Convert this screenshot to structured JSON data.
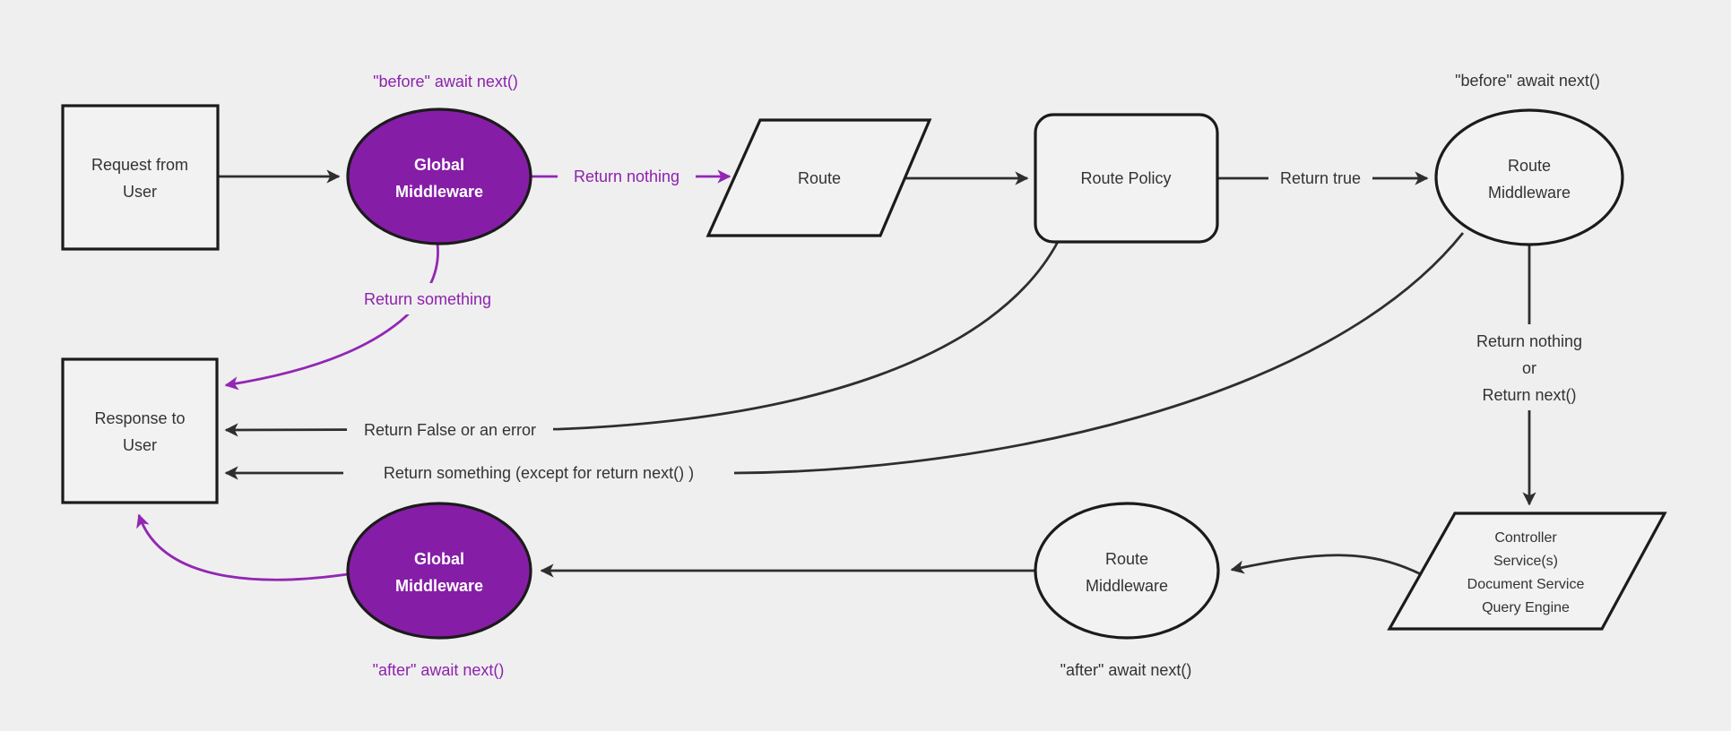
{
  "diagram": {
    "background_color": "#efefef",
    "colors": {
      "purple_fill": "#861da7",
      "purple_line": "#9227b3",
      "purple_text": "#8d22ad",
      "node_fill": "#f2f2f2",
      "node_stroke": "#1b1b1b",
      "edge_stroke": "#2e2e2e",
      "text": "#333333",
      "text_on_purple": "#ffffff"
    },
    "nodes": {
      "request": {
        "shape": "rectangle",
        "lines": [
          "Request from",
          "User"
        ]
      },
      "global_middleware_top": {
        "shape": "ellipse",
        "lines": [
          "Global",
          "Middleware"
        ]
      },
      "route": {
        "shape": "parallelogram",
        "lines": [
          "Route"
        ]
      },
      "route_policy": {
        "shape": "rounded-rectangle",
        "lines": [
          "Route Policy"
        ]
      },
      "route_middleware_top": {
        "shape": "ellipse",
        "lines": [
          "Route",
          "Middleware"
        ]
      },
      "controller": {
        "shape": "parallelogram",
        "lines": [
          "Controller",
          "Service(s)",
          "Document Service",
          "Query Engine"
        ]
      },
      "route_middleware_bottom": {
        "shape": "ellipse",
        "lines": [
          "Route",
          "Middleware"
        ]
      },
      "global_middleware_bottom": {
        "shape": "ellipse",
        "lines": [
          "Global",
          "Middleware"
        ]
      },
      "response": {
        "shape": "rectangle",
        "lines": [
          "Response to",
          "User"
        ]
      }
    },
    "edge_labels": {
      "return_nothing": "Return nothing",
      "return_true": "Return true",
      "return_nothing_or": [
        "Return nothing",
        "or",
        "Return next()"
      ],
      "return_something": "Return something",
      "return_false_or_error": "Return False or an error",
      "return_something_except": "Return something (except for return next() )"
    },
    "annotations": {
      "before_await_left": "\"before\" await next()",
      "before_await_right": "\"before\" await next()",
      "after_await_left": "\"after\" await next()",
      "after_await_right": "\"after\" await next()"
    }
  }
}
